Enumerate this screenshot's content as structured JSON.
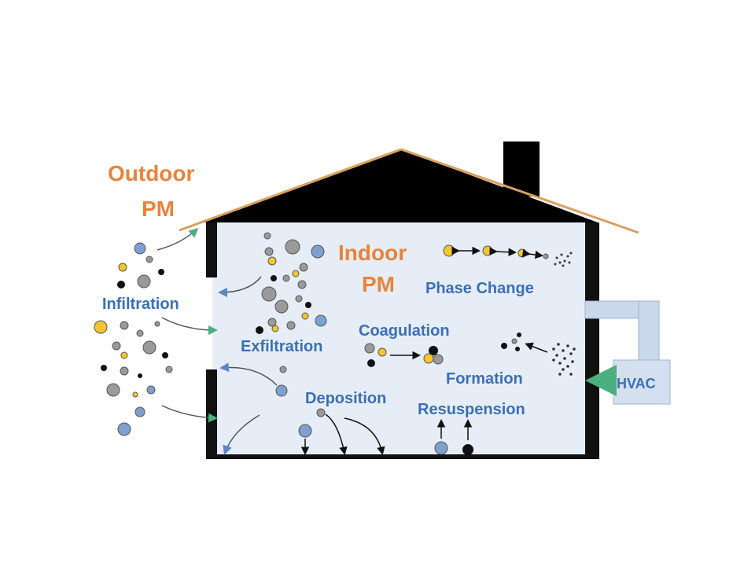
{
  "labels": {
    "outdoor_line1": "Outdoor",
    "outdoor_line2": "PM",
    "indoor_line1": "Indoor",
    "indoor_line2": "PM",
    "infiltration": "Infiltration",
    "exfiltration": "Exfiltration",
    "coagulation": "Coagulation",
    "phase_change": "Phase Change",
    "formation": "Formation",
    "deposition": "Deposition",
    "resuspension": "Resuspension",
    "hvac": "HVAC"
  },
  "colors": {
    "outdoor_label": "#e8833a",
    "indoor_label": "#e8833a",
    "process_label": "#3a6fb7",
    "roof": "#000000",
    "roof_line": "#d8a060",
    "wall": "#111111",
    "interior": "#e6edf6",
    "hvac_duct": "#c9d8ea",
    "arrow_green": "#4caf80",
    "arrow_blue": "#5a86c8",
    "particle_gray": "#9a9a9a",
    "particle_yellow": "#f2c62e",
    "particle_blue": "#7f9fcf",
    "particle_black": "#111111"
  },
  "icons": [
    "particle-icon",
    "arrow-icon",
    "chimney-icon",
    "hvac-duct-icon"
  ]
}
